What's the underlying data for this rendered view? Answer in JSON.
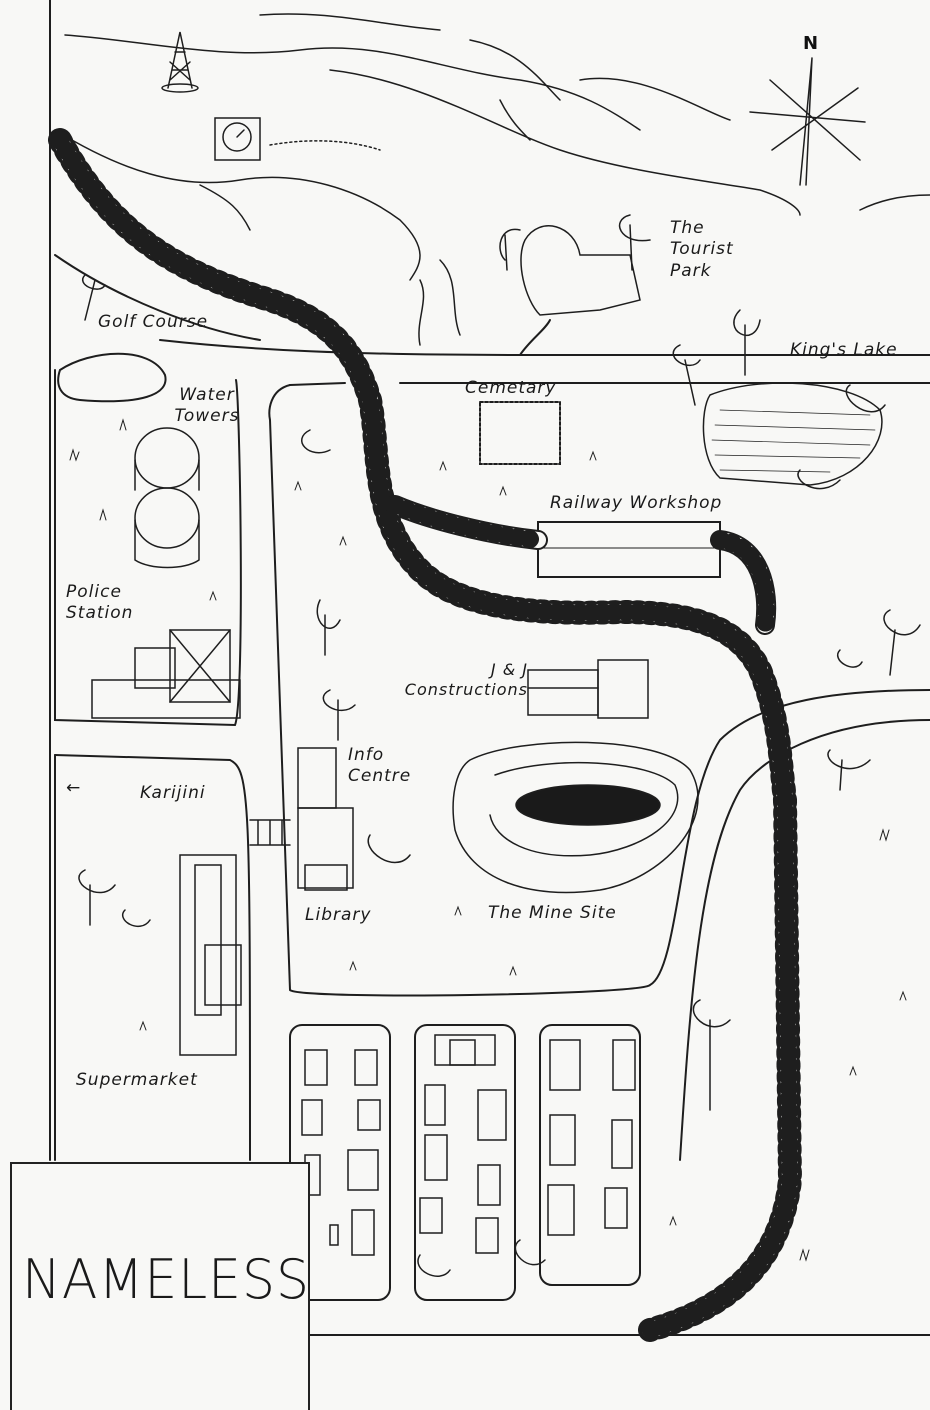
{
  "map": {
    "title": "NAMELESS",
    "north_label": "N",
    "labels": {
      "tourist_park": "The Tourist Park",
      "kings_lake": "King's Lake",
      "golf_course": "Golf Course",
      "water_towers": "Water Towers",
      "cemetary": "Cemetary",
      "railway_workshop": "Railway Workshop",
      "police_station": "Police Station",
      "jj_constructions": "J & J Constructions",
      "info_centre": "Info Centre",
      "karijini": "Karijini",
      "karijini_arrow": "←",
      "library": "Library",
      "mine_site": "The Mine Site",
      "supermarket": "Supermarket"
    },
    "colors": {
      "ink": "#1a1a1a",
      "paper": "#f8f8f6"
    }
  }
}
